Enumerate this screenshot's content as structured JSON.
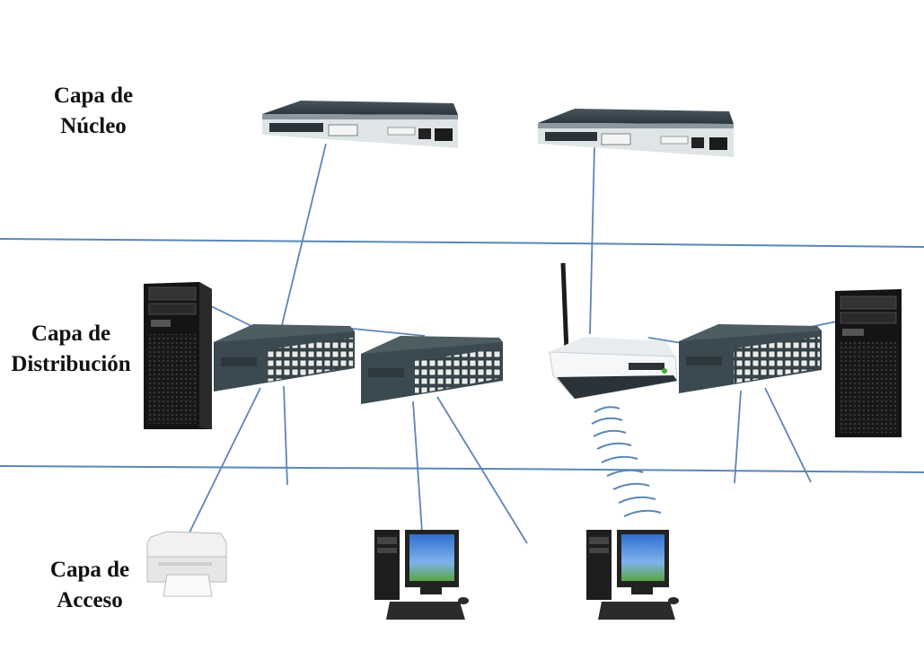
{
  "layers": {
    "core": {
      "line1": "Capa de",
      "line2": "Núcleo"
    },
    "distribution": {
      "line1": "Capa de",
      "line2": "Distribución"
    },
    "access": {
      "line1": "Capa de",
      "line2": "Acceso"
    }
  },
  "colors": {
    "link_line": "#5b86b8",
    "separator": "#5b86b8",
    "switch_body": "#3b4a50",
    "router_body": "#2f3a42",
    "server_body": "#1a1a1a",
    "monitor_screen": "#3a7bd5",
    "grass": "#5aa640",
    "wireless_waves": "#5b86b8"
  },
  "devices": {
    "core": [
      "router-icon",
      "router-icon"
    ],
    "distribution": [
      "server-icon",
      "switch-icon",
      "switch-icon",
      "wireless-router-icon",
      "switch-icon",
      "server-icon"
    ],
    "access": [
      "printer-icon",
      "desktop-computer-icon",
      "desktop-computer-icon"
    ]
  }
}
